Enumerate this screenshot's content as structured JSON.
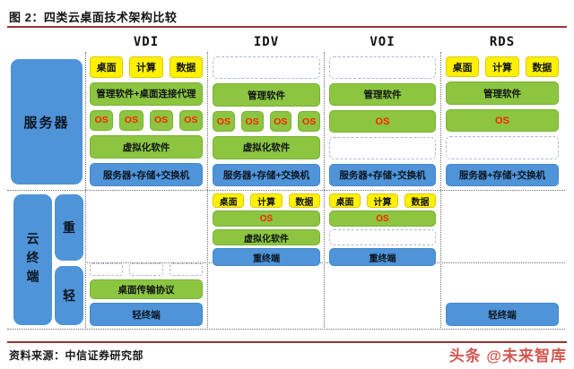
{
  "figure": {
    "title": "图 2：四类云桌面技术架构比较",
    "source": "资料来源：中信证券研究部",
    "watermark": "头条 @未来智库"
  },
  "left_labels": {
    "server": "服务器",
    "terminal": "云终端",
    "heavy": "重",
    "light": "轻"
  },
  "colors": {
    "yellow_chip": "#FFF100",
    "green_layer": "#8CC540",
    "blue_layer": "#4F94D8",
    "os_text_red": "#FF2000",
    "rule_dark_red": "#943634",
    "watermark_red": "#CF4A45"
  },
  "columns": [
    {
      "name": "VDI",
      "server_rows": [
        {
          "type": "chips",
          "items": [
            "桌面",
            "计算",
            "数据"
          ]
        },
        {
          "type": "green",
          "label": "管理软件+桌面连接代理"
        },
        {
          "type": "os_row",
          "items": [
            "OS",
            "OS",
            "OS",
            "OS"
          ]
        },
        {
          "type": "green",
          "label": "虚拟化软件"
        },
        {
          "type": "blue",
          "label": "服务器+存储+交换机"
        }
      ],
      "heavy_rows": [],
      "light_rows": [
        {
          "type": "mini_placeholders",
          "count": 3
        },
        {
          "type": "green",
          "label": "桌面传输协议"
        },
        {
          "type": "blue",
          "label": "轻终端"
        }
      ]
    },
    {
      "name": "IDV",
      "server_rows": [
        {
          "type": "placeholder"
        },
        {
          "type": "green",
          "label": "管理软件"
        },
        {
          "type": "os_row",
          "items": [
            "OS",
            "OS",
            "OS",
            "OS"
          ]
        },
        {
          "type": "green",
          "label": "虚拟化软件"
        },
        {
          "type": "blue",
          "label": "服务器+存储+交换机"
        }
      ],
      "heavy_rows": [
        {
          "type": "chips",
          "items": [
            "桌面",
            "计算",
            "数据"
          ]
        },
        {
          "type": "os_green",
          "label": "OS"
        },
        {
          "type": "green",
          "label": "虚拟化软件"
        },
        {
          "type": "blue",
          "label": "重终端"
        }
      ],
      "light_rows": []
    },
    {
      "name": "VOI",
      "server_rows": [
        {
          "type": "placeholder"
        },
        {
          "type": "green",
          "label": "管理软件"
        },
        {
          "type": "os_green",
          "label": "OS"
        },
        {
          "type": "placeholder"
        },
        {
          "type": "blue",
          "label": "服务器+存储+交换机"
        }
      ],
      "heavy_rows": [
        {
          "type": "chips",
          "items": [
            "桌面",
            "计算",
            "数据"
          ]
        },
        {
          "type": "os_green",
          "label": "OS"
        },
        {
          "type": "placeholder"
        },
        {
          "type": "blue",
          "label": "重终端"
        }
      ],
      "light_rows": []
    },
    {
      "name": "RDS",
      "server_rows": [
        {
          "type": "chips",
          "items": [
            "桌面",
            "计算",
            "数据"
          ]
        },
        {
          "type": "green",
          "label": "管理软件"
        },
        {
          "type": "os_green",
          "label": "OS"
        },
        {
          "type": "placeholder"
        },
        {
          "type": "blue",
          "label": "服务器+存储+交换机"
        }
      ],
      "heavy_rows": [],
      "light_rows": [
        {
          "type": "blue",
          "label": "轻终端"
        }
      ]
    }
  ]
}
